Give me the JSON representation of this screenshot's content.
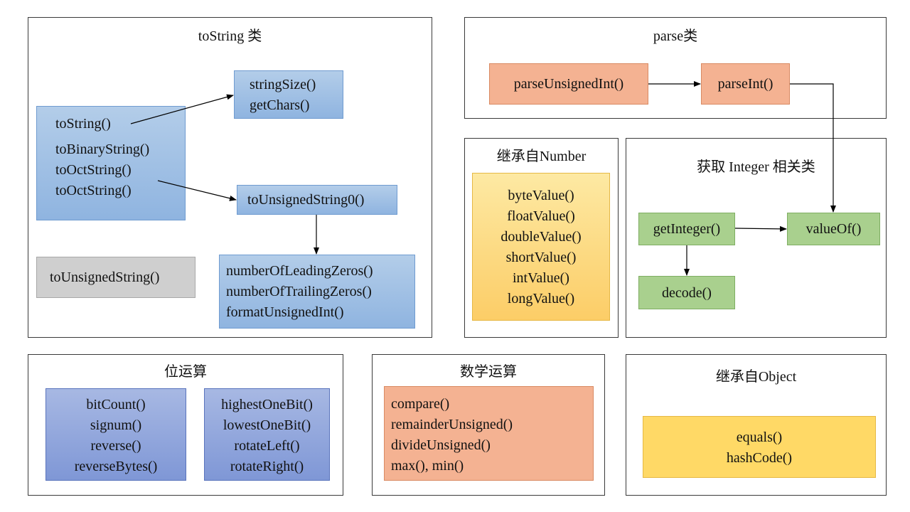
{
  "panels": {
    "tostring": {
      "title": "toString 类",
      "main_box": [
        "toString()",
        "toBinaryString()",
        "toOctString()",
        "toOctString()"
      ],
      "size_box": [
        "stringSize()",
        "getChars()"
      ],
      "unsigned0_box": [
        "toUnsignedString0()"
      ],
      "zeros_box": [
        "numberOfLeadingZeros()",
        "numberOfTrailingZeros()",
        "formatUnsignedInt()"
      ],
      "unsigned_gray": [
        "toUnsignedString()"
      ]
    },
    "parse": {
      "title": "parse类",
      "parse_unsigned": "parseUnsignedInt()",
      "parse_int": "parseInt()"
    },
    "number": {
      "title": "继承自Number",
      "methods": [
        "byteValue()",
        "floatValue()",
        "doubleValue()",
        "shortValue()",
        "intValue()",
        "longValue()"
      ]
    },
    "integer": {
      "title": "获取 Integer 相关类",
      "get_integer": "getInteger()",
      "value_of": "valueOf()",
      "decode": "decode()"
    },
    "bit": {
      "title": "位运算",
      "left_methods": [
        "bitCount()",
        "signum()",
        "reverse()",
        "reverseBytes()"
      ],
      "right_methods": [
        "highestOneBit()",
        "lowestOneBit()",
        "rotateLeft()",
        "rotateRight()"
      ]
    },
    "math": {
      "title": "数学运算",
      "methods": [
        "compare()",
        "remainderUnsigned()",
        "divideUnsigned()",
        "max(), min()"
      ]
    },
    "object": {
      "title": "继承自Object",
      "methods": [
        "equals()",
        "hashCode()"
      ]
    }
  },
  "colors": {
    "blue": "#9dc0e5",
    "gray": "#cfcfcf",
    "salmon": "#f4b292",
    "yellow": "#ffd966",
    "green": "#a9d08e",
    "indigo": "#8ea3dc",
    "border": "#3a3a3a"
  }
}
